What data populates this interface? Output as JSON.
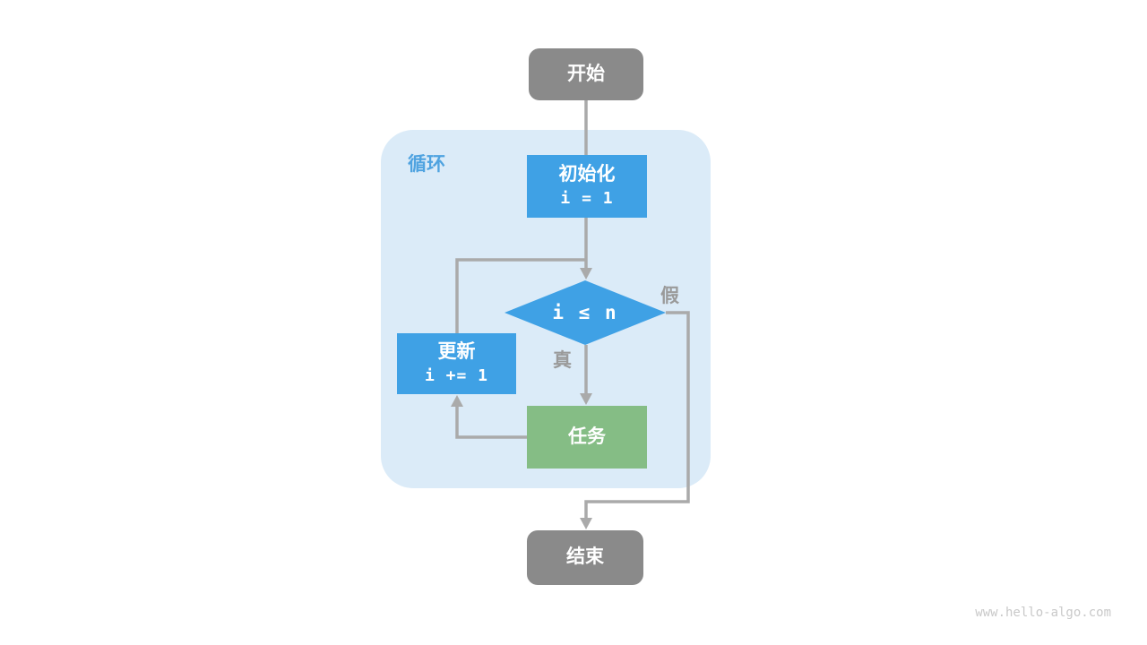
{
  "flowchart": {
    "container_label": "循环",
    "nodes": {
      "start": {
        "label": "开始"
      },
      "init": {
        "label": "初始化",
        "code": "i = 1"
      },
      "condition": {
        "label": "i ≤ n"
      },
      "update": {
        "label": "更新",
        "code": "i += 1"
      },
      "task": {
        "label": "任务"
      },
      "end": {
        "label": "结束"
      }
    },
    "edge_labels": {
      "true_label": "真",
      "false_label": "假"
    },
    "colors": {
      "process_blue": "#3FA1E5",
      "task_green": "#85BD85",
      "terminal_gray": "#8A8A8A",
      "container_light_blue": "#DBEBF8",
      "edge_gray": "#AAAAAA",
      "edge_label_gray": "#9A9A9A",
      "loop_label_blue": "#4FA3E0"
    }
  },
  "page": {
    "watermark": "www.hello-algo.com"
  }
}
